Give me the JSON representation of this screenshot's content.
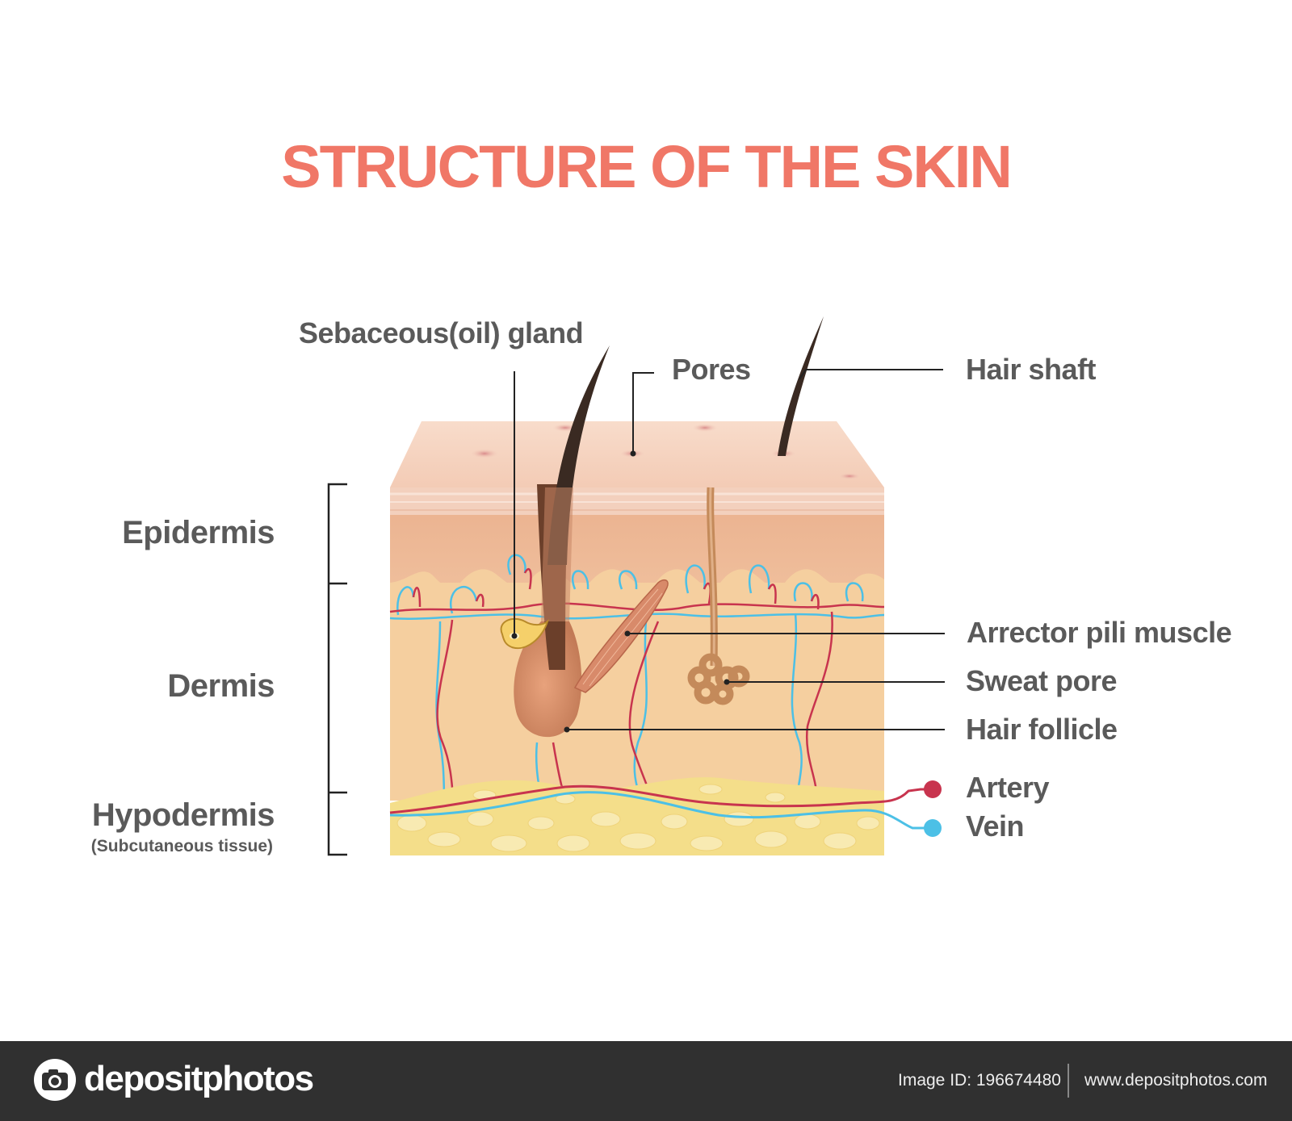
{
  "title": "STRUCTURE OF THE SKIN",
  "colors": {
    "title": "#f07767",
    "label": "#5a5a5a",
    "artery": "#c8344e",
    "vein": "#4cc0e6",
    "epidermis_top": "#f6d3c0",
    "epidermis": "#ebb58f",
    "dermis": "#f5cf9f",
    "hypodermis": "#f4de8a",
    "hair": "#3a2a22",
    "follicle": "#d08a66",
    "footer_bg": "#303030"
  },
  "layers": {
    "epidermis": "Epidermis",
    "dermis": "Dermis",
    "hypodermis": "Hypodermis",
    "hypodermis_sub": "(Subcutaneous tissue)"
  },
  "labels": {
    "sebaceous": "Sebaceous(oil) gland",
    "pores": "Pores",
    "hair_shaft": "Hair shaft",
    "arrector": "Arrector pili muscle",
    "sweat": "Sweat pore",
    "follicle": "Hair follicle",
    "artery": "Artery",
    "vein": "Vein"
  },
  "footer": {
    "brand": "depositphotos",
    "image_id": "Image ID: 196674480",
    "site": "www.depositphotos.com"
  },
  "icons": [
    "camera-logo-icon"
  ]
}
